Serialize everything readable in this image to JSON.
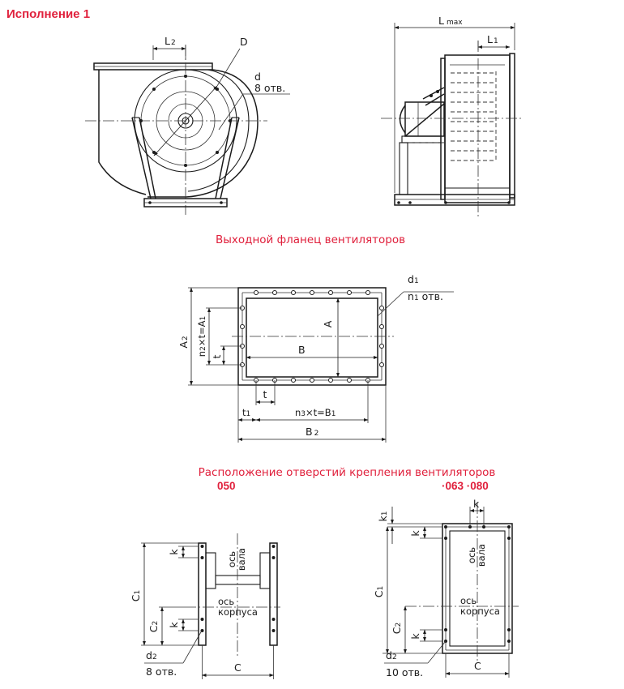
{
  "colors": {
    "accent": "#e0203c",
    "line": "#1a1a1a"
  },
  "heading": "Исполнение 1",
  "front_view": {
    "L2": "L",
    "L2_sub": "2",
    "D": "D",
    "d": "d",
    "holes": "8 отв."
  },
  "side_view": {
    "Lmax": "L",
    "Lmax_sub": "max",
    "L1": "L",
    "L1_sub": "1"
  },
  "flange": {
    "caption": "Выходной фланец вентиляторов",
    "d1": "d",
    "d1_sub": "1",
    "n1": "n",
    "n1_sub": "1",
    "n1_suffix": " отв.",
    "A": "A",
    "B": "B",
    "A2": "A",
    "A2_sub": "2",
    "n2": "n",
    "n2_sub": "2",
    "n2_mid": "×t=A",
    "n2_sub2": "1",
    "t": "t",
    "t1": "t",
    "t1_sub": "1",
    "n3": "n",
    "n3_sub": "3",
    "n3_mid": "×t=B",
    "n3_sub2": "1",
    "B2": "B",
    "B2_sub": "2"
  },
  "mounting": {
    "caption": "Расположение отверстий крепления вентиляторов",
    "left": {
      "model": "050",
      "k": "k",
      "C1": "C",
      "C1_sub": "1",
      "C2": "C",
      "C2_sub": "2",
      "C": "C",
      "d2": "d",
      "d2_sub": "2",
      "holes": "8 отв.",
      "shaft_axis": [
        "ось",
        "вала"
      ],
      "body_axis": [
        "ось",
        "корпуса"
      ]
    },
    "right": {
      "model": "·063 ·080",
      "k": "k",
      "k1": "k",
      "k1_sub": "1",
      "C1": "C",
      "C1_sub": "1",
      "C2": "C",
      "C2_sub": "2",
      "C": "C",
      "d2": "d",
      "d2_sub": "2",
      "holes": "10 отв.",
      "shaft_axis": [
        "ось",
        "вала"
      ],
      "body_axis": [
        "ось",
        "корпуса"
      ]
    }
  }
}
